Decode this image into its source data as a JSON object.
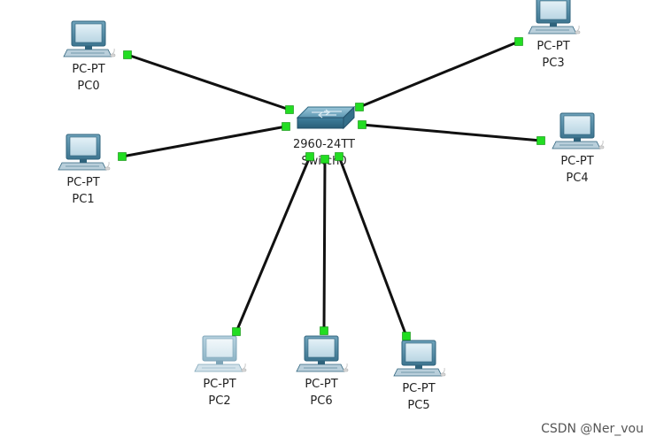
{
  "workspace": {
    "background": "#ffffff",
    "link_color": "#111111",
    "port_status_color": "#22dd22"
  },
  "switch": {
    "model": "2960-24TT",
    "name": "Switch0",
    "icon": "switch-icon"
  },
  "pcs": [
    {
      "id": "pc0",
      "type": "PC-PT",
      "name": "PC0",
      "icon": "pc-icon"
    },
    {
      "id": "pc1",
      "type": "PC-PT",
      "name": "PC1",
      "icon": "pc-icon"
    },
    {
      "id": "pc2",
      "type": "PC-PT",
      "name": "PC2",
      "icon": "pc-icon"
    },
    {
      "id": "pc3",
      "type": "PC-PT",
      "name": "PC3",
      "icon": "pc-icon"
    },
    {
      "id": "pc4",
      "type": "PC-PT",
      "name": "PC4",
      "icon": "pc-icon"
    },
    {
      "id": "pc5",
      "type": "PC-PT",
      "name": "PC5",
      "icon": "pc-icon"
    },
    {
      "id": "pc6",
      "type": "PC-PT",
      "name": "PC6",
      "icon": "pc-icon"
    }
  ],
  "links": [
    {
      "from": "pc0",
      "to": "switch"
    },
    {
      "from": "pc1",
      "to": "switch"
    },
    {
      "from": "pc2",
      "to": "switch"
    },
    {
      "from": "pc3",
      "to": "switch"
    },
    {
      "from": "pc4",
      "to": "switch"
    },
    {
      "from": "pc5",
      "to": "switch"
    },
    {
      "from": "pc6",
      "to": "switch"
    }
  ],
  "watermark": "CSDN @Ner_vou"
}
